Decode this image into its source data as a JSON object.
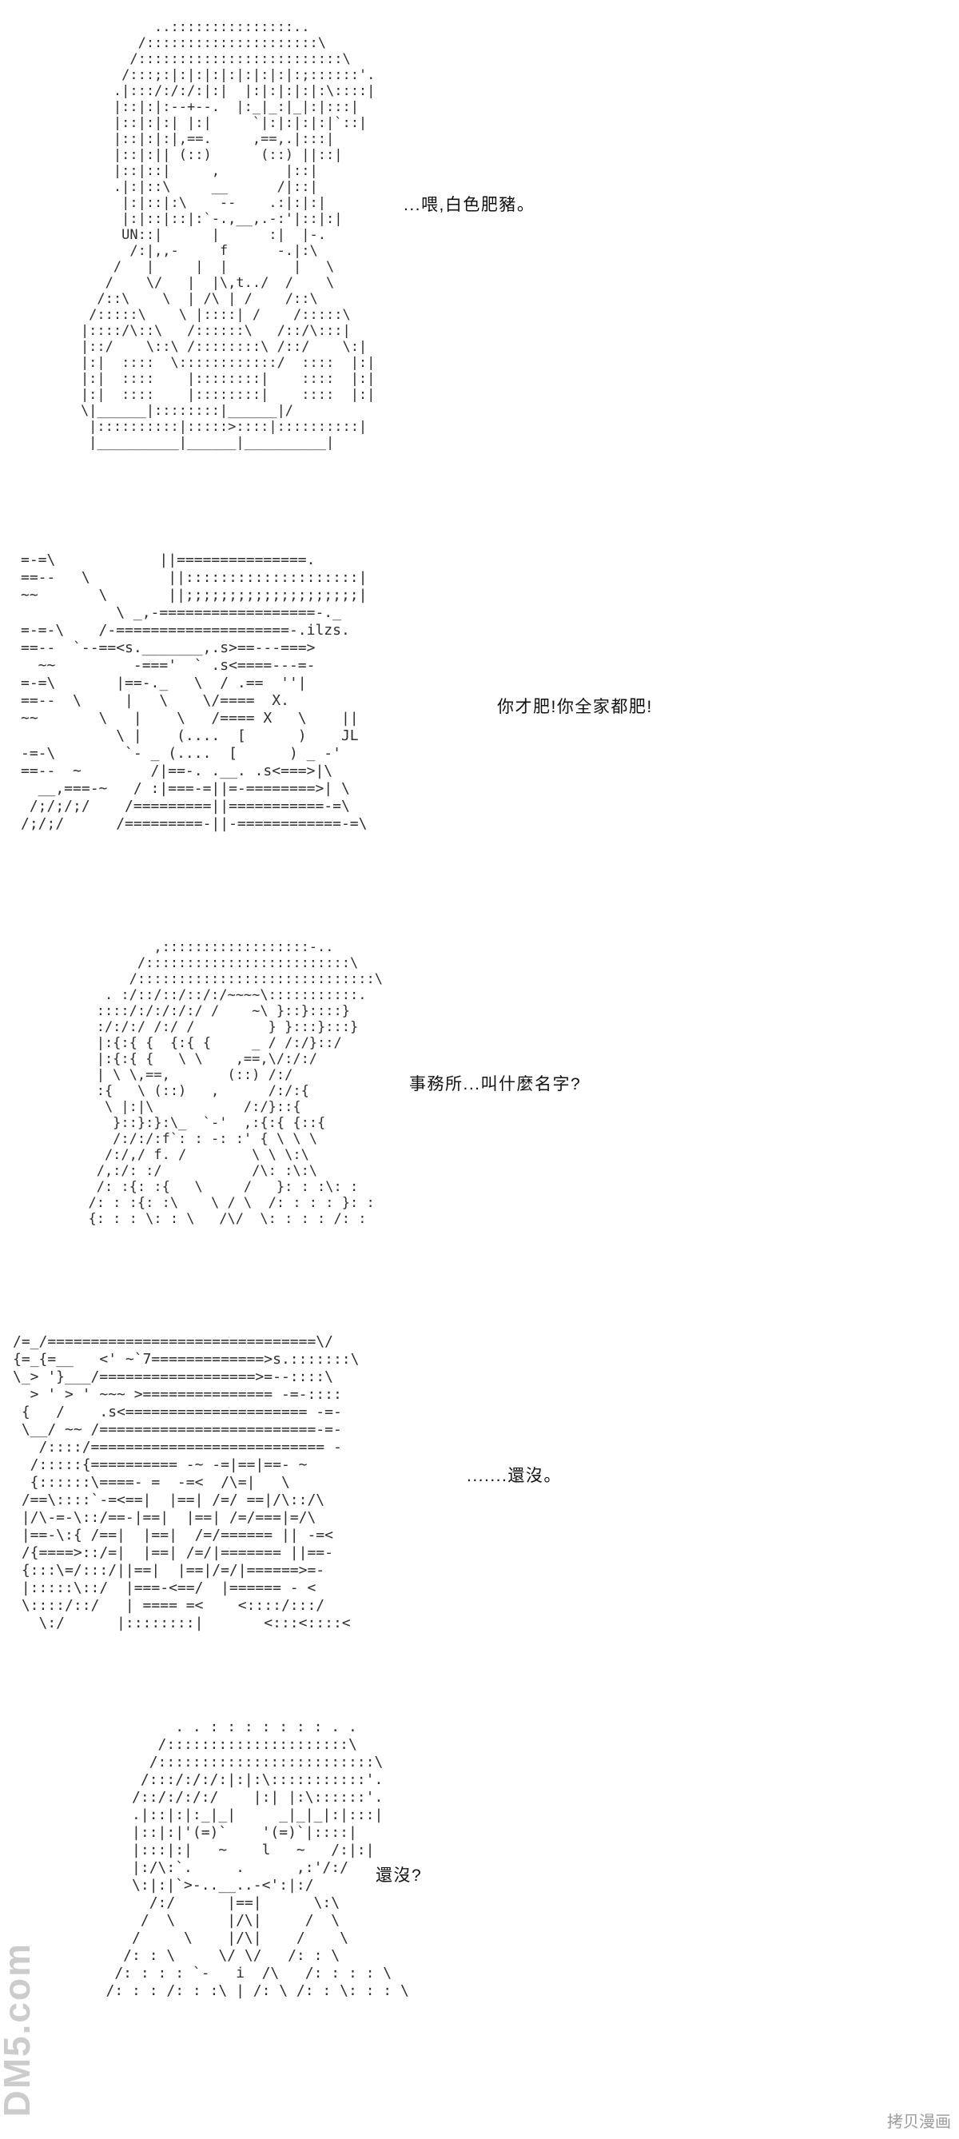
{
  "page": {
    "background": "#ffffff",
    "ink_color": "#2e2e2e",
    "watermark_color": "#cccccc"
  },
  "watermarks": {
    "site_vertical": "DM5.com",
    "site_corner": "拷贝漫画"
  },
  "panels": [
    {
      "dialogue": "...喂,白色肥豬。",
      "art": [
        "             ..:::::::::::::::..",
        "           /:::::::::::::::::::::\\",
        "          /:::::::::::::::::::::::::\\",
        "         /:::;:|:|:|:|:|:|:|:|:;::::::'.",
        "        .|:::/:/:/:|:|  |:|:|:|:|:\\::::|",
        "        |::|:|:--+--.  |:_|_:|_|:|:::|",
        "        |::|:|:| |:|     `|:|:|:|:|`::|",
        "        |::|:|:|,==.     ,==,.|:::|",
        "        |::|:|| (::)      (::) ||::|",
        "        |::|::|     ,        |::|",
        "        .|:|::\\     __      /|::|",
        "         |:|::|:\\    --    .:|:|:|",
        "         |:|::|::|:`-.,__,.-:'|::|:|",
        "         UN::|      |      :|  |-.",
        "          /:|,,-     f      -.|:\\",
        "        /   |     |  |        |   \\",
        "       /    \\/   |  |\\,t../  /    \\",
        "      /::\\    \\  | /\\ | /    /::\\",
        "     /:::::\\    \\ |::::| /    /:::::\\",
        "    |::::/\\::\\   /::::::\\   /::/\\:::|",
        "    |::/    \\::\\ /::::::::\\ /::/    \\:|",
        "    |:|  ::::  \\::::::::::::/  ::::  |:|",
        "    |:|  ::::    |::::::::|    ::::  |:|",
        "    |:|  ::::    |::::::::|    ::::  |:|",
        "    \\|______|::::::::|______|/",
        "     |::::::::::|:::::>::::|::::::::::|",
        "     |__________|______|__________|"
      ]
    },
    {
      "dialogue": "你才肥!你全家都肥!",
      "art": [
        "=-=\\            ||===============.",
        "==--   \\         ||::::::::::::::::::::|",
        "~~       \\       ||;;;;;;;;;;;;;;;;;;;;|",
        "           \\ _,-==================-._",
        "=-=-\\    /-====================-.ilzs.",
        "==--  `--==<s._______,.s>==---===>",
        "  ~~         -==='  ` .s<====---=-",
        "=-=\\       |==-._   \\  / .==  ''|",
        "==--  \\     |   \\    \\/====  X.",
        "~~       \\   |    \\   /==== X   \\    ||",
        "           \\ |    (....  [      )    JL",
        "-=-\\        `- _ (....  [      ) _ -'",
        "==--  ~        /|==-. .__. .s<===>|\\",
        "  __,===-~   / :|===-=||=-========>| \\",
        " /;/;/;/    /=========||===========-=\\",
        "/;/;/      /=========-||-============-=\\"
      ]
    },
    {
      "dialogue": "事務所...叫什麼名字?",
      "art": [
        "          ,::::::::::::::::::-..",
        "        /:::::::::::::::::::::::::\\",
        "       /:::::::::::::::::::::::::::::\\",
        "    . :/::/::/::/:/~~~~\\:::::::::::.",
        "   ::::/:/:/:/:/ /    ~\\ }::}::::}",
        "   :/:/:/ /:/ /         } }:::}:::}",
        "   |:{:{ {  {:{ {     _ / /:/}::/",
        "   |:{:{ {   \\ \\    ,==,\\/:/:/",
        "   | \\ \\,==,       (::) /:/",
        "   :{   \\ (::)   ,      /:/:{",
        "    \\ |:|\\           /:/}::{",
        "     }::}:}:\\_  `-'  ,:{:{ {::{",
        "     /:/:/:f`: : -: :' { \\ \\ \\",
        "    /:/,/ f. /        \\ \\ \\:\\",
        "   /,:/: :/           /\\: :\\:\\",
        "   /: :{: :{   \\     /   }: : :\\: :",
        "  /: : :{: :\\    \\ / \\  /: : : : }: :",
        "  {: : : \\: : \\   /\\/  \\: : : : /: :"
      ]
    },
    {
      "dialogue": ".......還沒。",
      "art": [
        "/=_/===============================\\/",
        "{=_{=__   <' ~`7=============>s.:::::::\\",
        "\\_> '}___/==================>=--::::\\",
        "  > ' > ' ~~~ >=============== -=-::::",
        " {   /    .s<===================== -=-",
        " \\__/ ~~ /=========================-=-",
        "   /::::/=========================== -",
        "  /:::::{========== -~ -=|==|==- ~",
        "  {::::::\\====- =  -=<  /\\=|   \\",
        " /==\\::::`-=<==|  |==| /=/ ==|/\\::/\\",
        " |/\\-=-\\::/==-|==|  |==| /=/===|=/\\",
        " |==-\\:{ /==|  |==|  /=/====== || -=<",
        " /{====>::/=|  |==| /=/|======= ||==-",
        " {:::\\=/:::/||==|  |==|/=/|======>=-",
        " |:::::\\::/  |===-<==/  |====== - <",
        " \\::::/::/   | ==== =<    <::::/:::/",
        "   \\:/      |::::::::|       <:::<::::<"
      ]
    },
    {
      "dialogue": "還沒?",
      "art": [
        "           . . : : : : : : : . .",
        "         /:::::::::::::::::::::\\",
        "        /:::::::::::::::::::::::::\\",
        "       /:::/:/:/:|:|:\\:::::::::::'.",
        "      /::/:/:/:/    |:| |:\\::::::'.",
        "      .|::|:|:_|_|     _|_|_|:|:::|",
        "      |::|:|'(=)`    '(=)`|::::|",
        "      |:::|:|   ~    l   ~   /:|:|",
        "      |:/\\:`.     .      ,:'/:/",
        "      \\:|:|`>-..__..-<':|:/",
        "        /:/      |==|      \\:\\",
        "       /  \\      |/\\|     /  \\",
        "      /     \\    |/\\|    /    \\",
        "     /: : \\     \\/ \\/   /: : \\",
        "    /: : : : `-   i  /\\   /: : : : \\",
        "   /: : : /: : :\\ | /: \\ /: : \\: : : \\"
      ]
    }
  ]
}
